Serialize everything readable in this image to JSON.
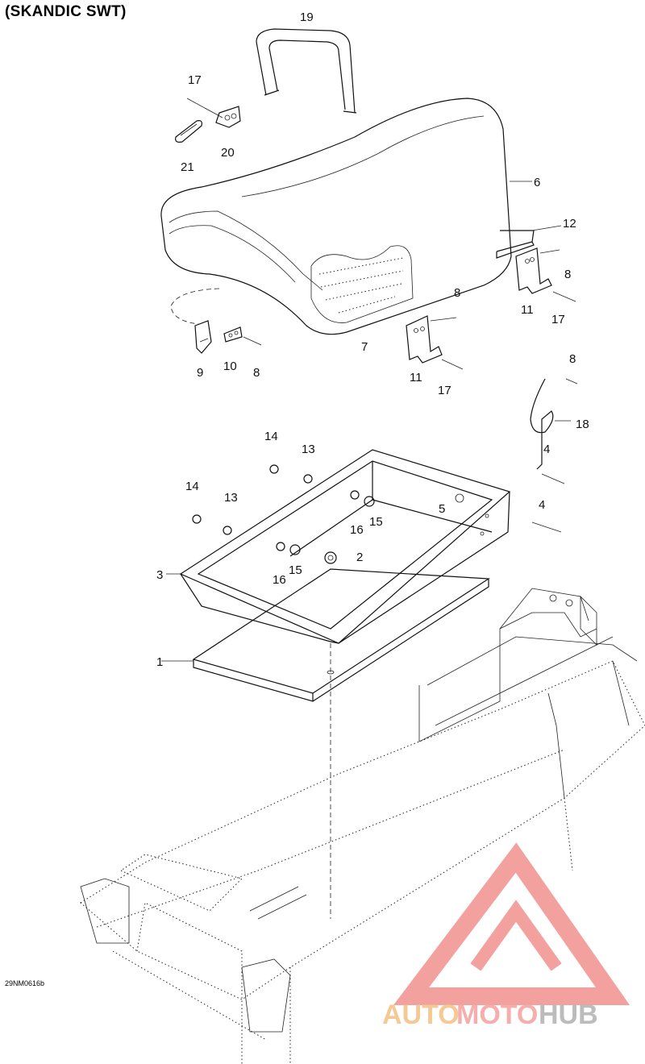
{
  "title": "(SKANDIC SWT)",
  "figure_code": "29NM0616b",
  "watermark": {
    "text_auto": "AUTO",
    "text_moto": "MOTO",
    "text_hub": "HUB",
    "colors": {
      "auto": "#f5c48a",
      "moto": "#f4a6a3",
      "hub": "#b5b5b5",
      "logo": "#f08a86"
    }
  },
  "callouts": [
    {
      "id": "c19",
      "label": "19"
    },
    {
      "id": "c17a",
      "label": "17"
    },
    {
      "id": "c20",
      "label": "20"
    },
    {
      "id": "c21",
      "label": "21"
    },
    {
      "id": "c6",
      "label": "6"
    },
    {
      "id": "c12",
      "label": "12"
    },
    {
      "id": "c8a",
      "label": "8"
    },
    {
      "id": "c11a",
      "label": "11"
    },
    {
      "id": "c17b",
      "label": "17"
    },
    {
      "id": "c8b",
      "label": "8"
    },
    {
      "id": "c7",
      "label": "7"
    },
    {
      "id": "c9",
      "label": "9"
    },
    {
      "id": "c10",
      "label": "10"
    },
    {
      "id": "c8c",
      "label": "8"
    },
    {
      "id": "c11b",
      "label": "11"
    },
    {
      "id": "c17c",
      "label": "17"
    },
    {
      "id": "c8d",
      "label": "8"
    },
    {
      "id": "c18",
      "label": "18"
    },
    {
      "id": "c4a",
      "label": "4"
    },
    {
      "id": "c14a",
      "label": "14"
    },
    {
      "id": "c13a",
      "label": "13"
    },
    {
      "id": "c14b",
      "label": "14"
    },
    {
      "id": "c13b",
      "label": "13"
    },
    {
      "id": "c5",
      "label": "5"
    },
    {
      "id": "c4b",
      "label": "4"
    },
    {
      "id": "c16a",
      "label": "16"
    },
    {
      "id": "c15a",
      "label": "15"
    },
    {
      "id": "c2",
      "label": "2"
    },
    {
      "id": "c3",
      "label": "3"
    },
    {
      "id": "c16b",
      "label": "16"
    },
    {
      "id": "c15b",
      "label": "15"
    },
    {
      "id": "c1",
      "label": "1"
    }
  ]
}
